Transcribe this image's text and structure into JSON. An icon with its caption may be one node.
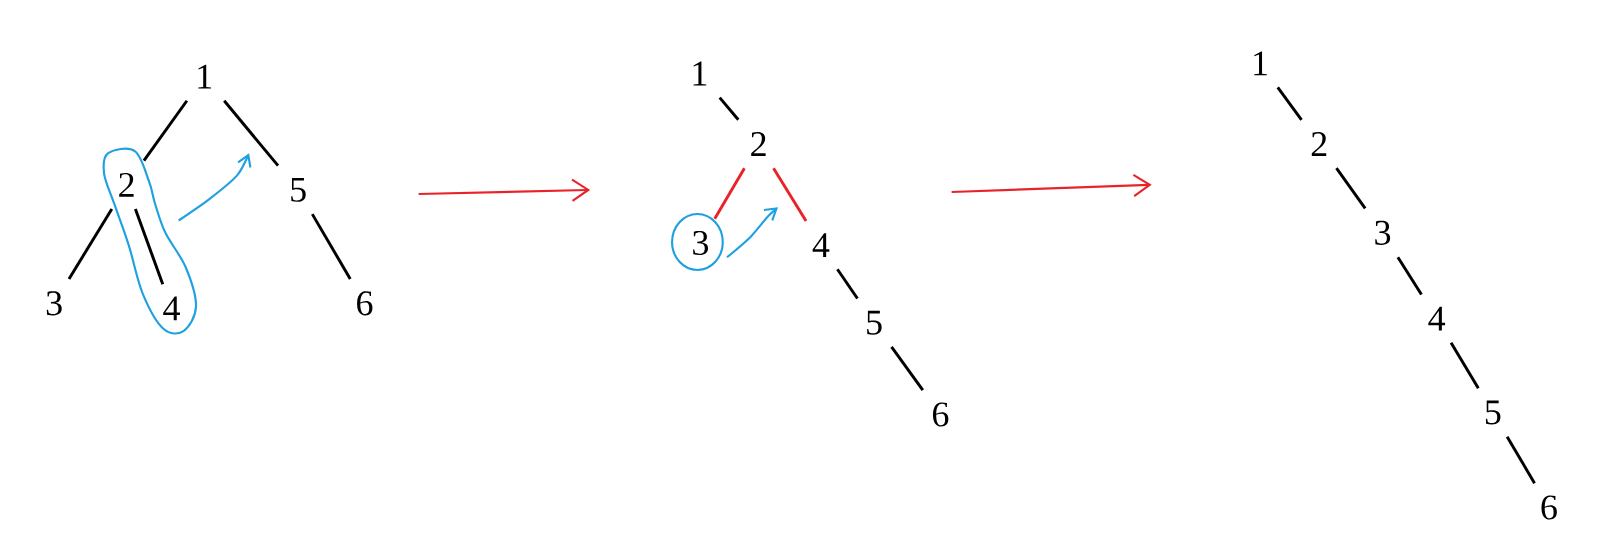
{
  "diagram": {
    "nodes": [
      {
        "text": [
          "1"
        ]
      },
      {
        "text": [
          "2"
        ]
      },
      {
        "text": [
          "3"
        ]
      },
      {
        "text": [
          "4"
        ]
      },
      {
        "text": [
          "5"
        ]
      },
      {
        "text": [
          "6"
        ]
      },
      {
        "text": [
          "1"
        ]
      },
      {
        "text": [
          "2"
        ]
      },
      {
        "text": [
          "3"
        ]
      },
      {
        "text": [
          "4"
        ]
      },
      {
        "text": [
          "5"
        ]
      },
      {
        "text": [
          "6"
        ]
      },
      {
        "text": [
          "1"
        ]
      },
      {
        "text": [
          "2"
        ]
      },
      {
        "text": [
          "3"
        ]
      },
      {
        "text": [
          "4"
        ]
      },
      {
        "text": [
          "5"
        ]
      },
      {
        "text": [
          "6"
        ]
      }
    ],
    "edges": [
      {
        "from": 0,
        "to": 1,
        "arrow": "none"
      },
      {
        "from": 0,
        "to": 4,
        "arrow": "none"
      },
      {
        "from": 1,
        "to": 2,
        "arrow": "none"
      },
      {
        "from": 1,
        "to": 3,
        "arrow": "none"
      },
      {
        "from": 4,
        "to": 5,
        "arrow": "none"
      },
      {
        "from": 6,
        "to": 7,
        "arrow": "none"
      },
      {
        "from": 7,
        "to": 8,
        "arrow": "none",
        "color": "#e8242a"
      },
      {
        "from": 7,
        "to": 9,
        "arrow": "none",
        "color": "#e8242a"
      },
      {
        "from": 9,
        "to": 10,
        "arrow": "none"
      },
      {
        "from": 10,
        "to": 11,
        "arrow": "none"
      },
      {
        "from": 12,
        "to": 13,
        "arrow": "none"
      },
      {
        "from": 13,
        "to": 14,
        "arrow": "none"
      },
      {
        "from": 14,
        "to": 15,
        "arrow": "none"
      },
      {
        "from": 15,
        "to": 16,
        "arrow": "none"
      },
      {
        "from": 16,
        "to": 17,
        "arrow": "none"
      }
    ]
  }
}
